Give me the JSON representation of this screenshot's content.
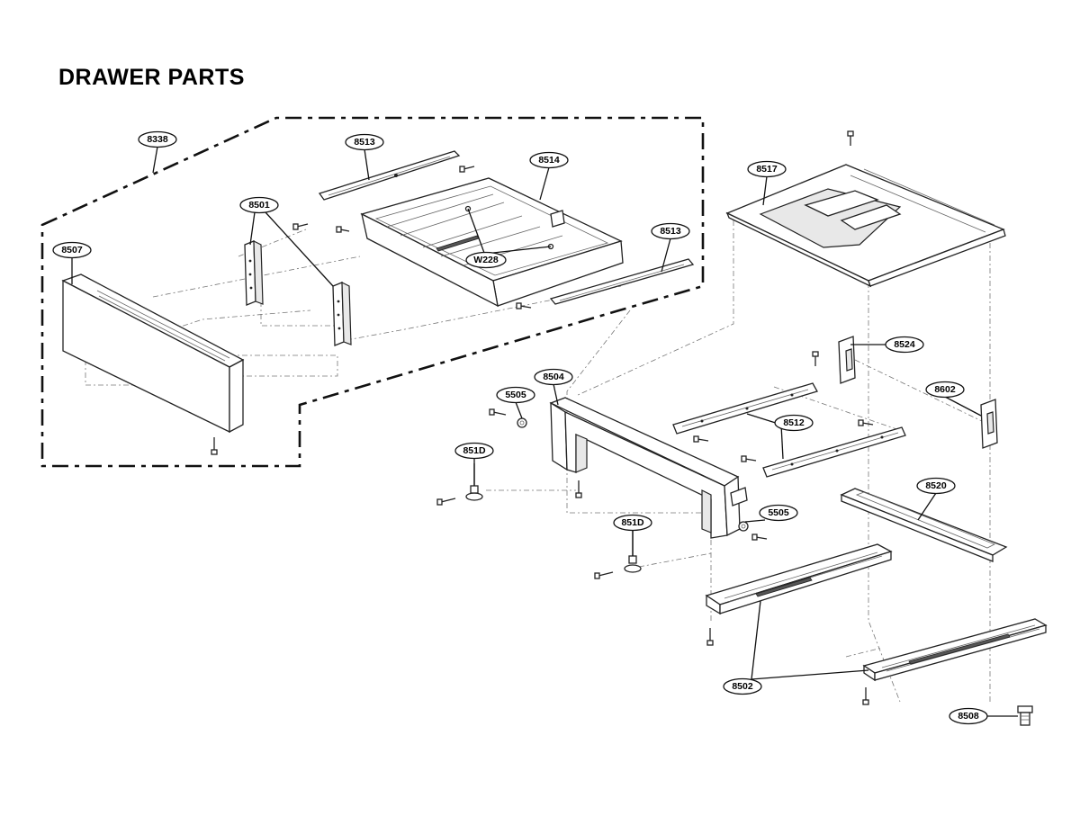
{
  "title": "DRAWER PARTS",
  "callouts": [
    {
      "id": "c8338",
      "label": "8338"
    },
    {
      "id": "c8513a",
      "label": "8513"
    },
    {
      "id": "c8514",
      "label": "8514"
    },
    {
      "id": "c8501",
      "label": "8501"
    },
    {
      "id": "c8507",
      "label": "8507"
    },
    {
      "id": "cW228",
      "label": "W228"
    },
    {
      "id": "c8513b",
      "label": "8513"
    },
    {
      "id": "c8517",
      "label": "8517"
    },
    {
      "id": "c8524",
      "label": "8524"
    },
    {
      "id": "c8602",
      "label": "8602"
    },
    {
      "id": "c8504",
      "label": "8504"
    },
    {
      "id": "c5505a",
      "label": "5505"
    },
    {
      "id": "c8512",
      "label": "8512"
    },
    {
      "id": "c851Da",
      "label": "851D"
    },
    {
      "id": "c8520",
      "label": "8520"
    },
    {
      "id": "c5505b",
      "label": "5505"
    },
    {
      "id": "c851Db",
      "label": "851D"
    },
    {
      "id": "c8502",
      "label": "8502"
    },
    {
      "id": "c8508",
      "label": "8508"
    }
  ]
}
